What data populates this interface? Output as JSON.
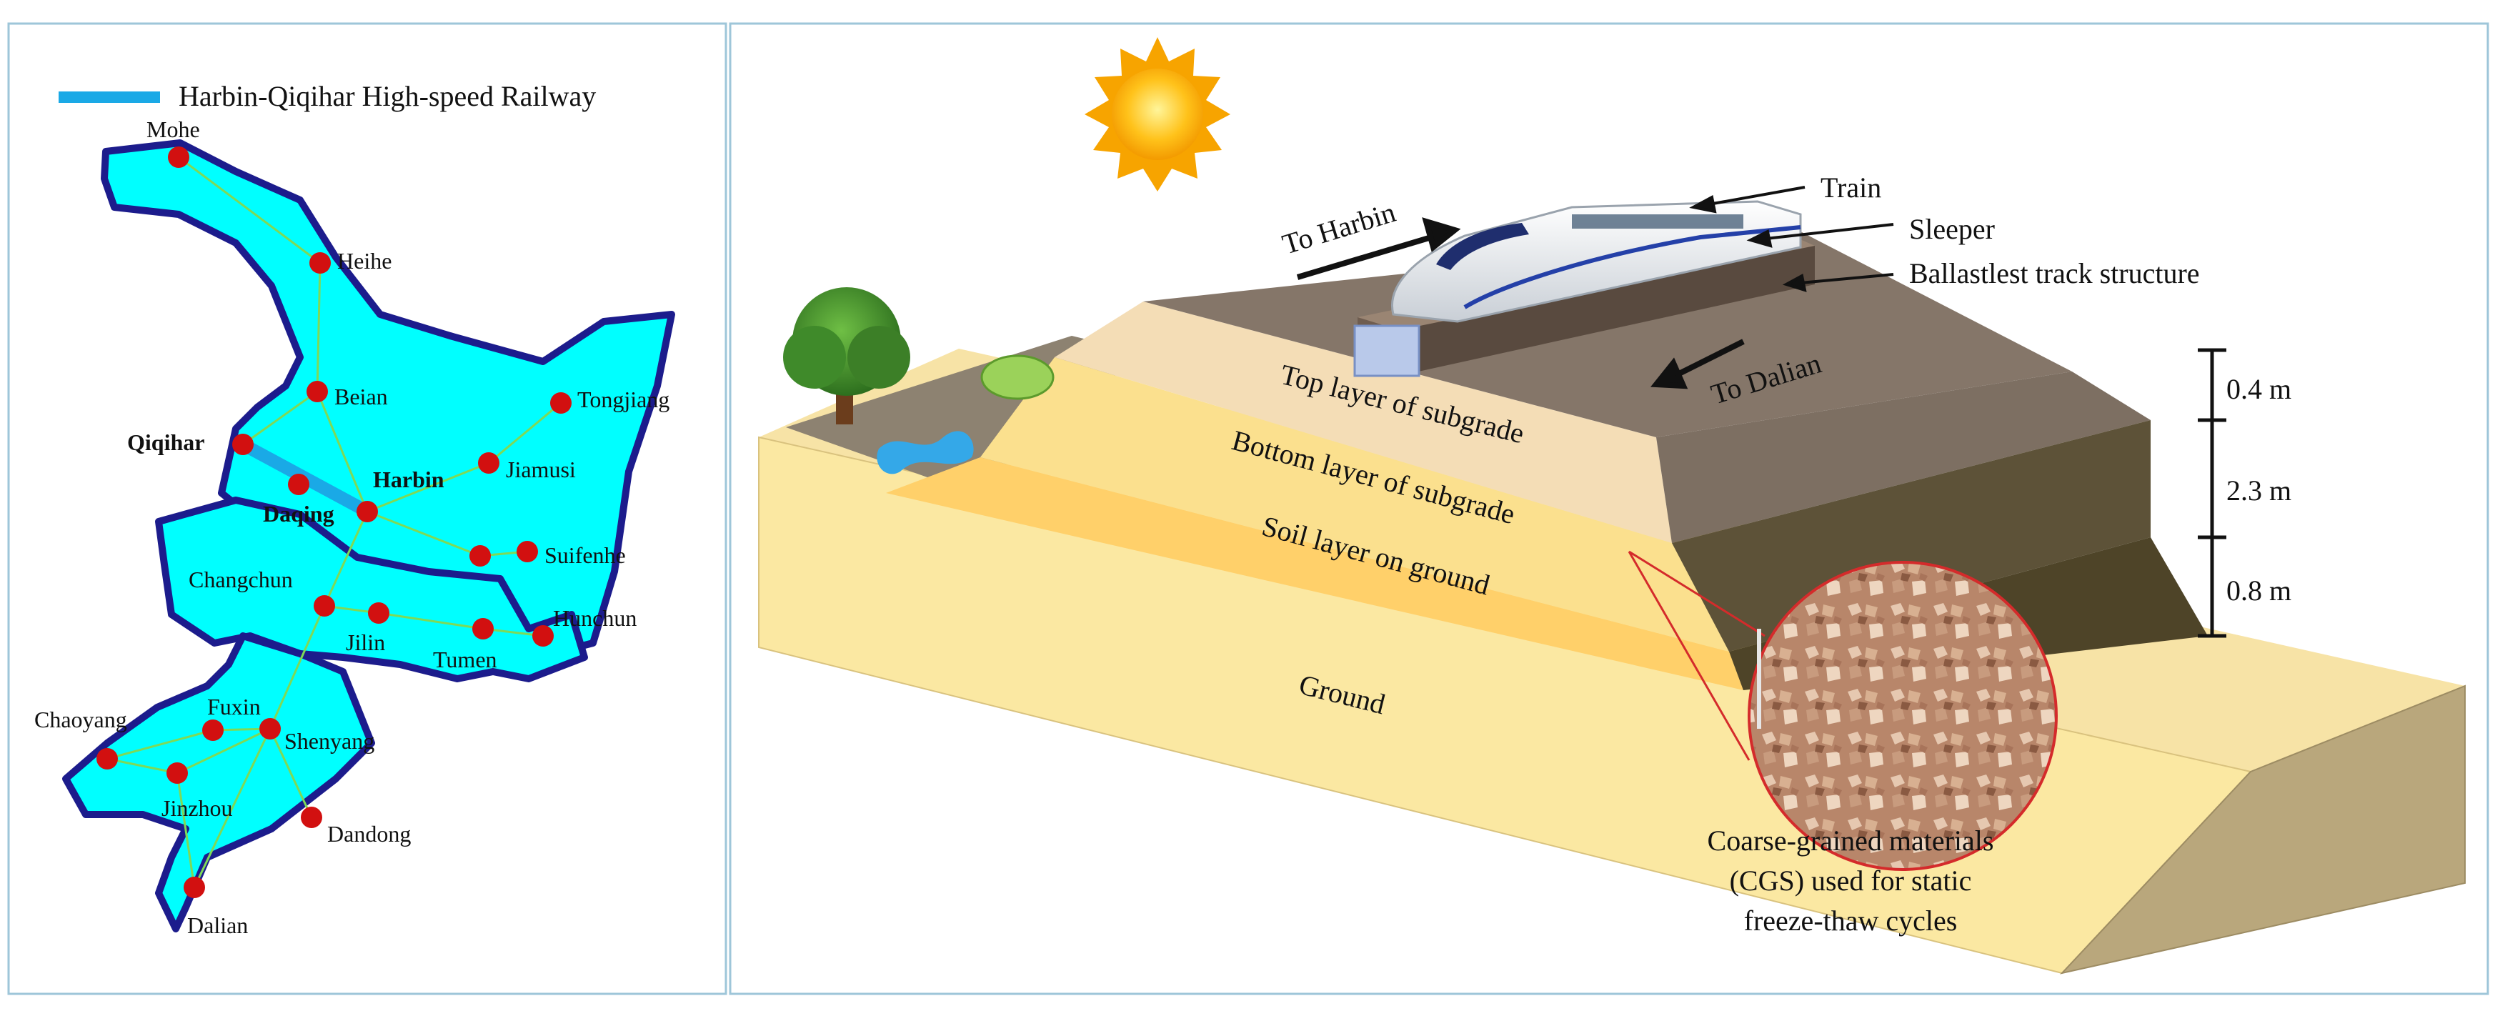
{
  "map": {
    "legend_label": "Harbin-Qiqihar  High-speed Railway",
    "cities": {
      "mohe": "Mohe",
      "heihe": "Heihe",
      "beian": "Beian",
      "tongjiang": "Tongjiang",
      "qiqihar": "Qiqihar",
      "harbin": "Harbin",
      "jiamusi": "Jiamusi",
      "daqing": "Daqing",
      "suifenhe": "Suifenhe",
      "changchun": "Changchun",
      "hunchun": "Hunchun",
      "jilin": "Jilin",
      "tumen": "Tumen",
      "chaoyang": "Chaoyang",
      "fuxin": "Fuxin",
      "shenyang": "Shenyang",
      "jinzhou": "Jinzhou",
      "dandong": "Dandong",
      "dalian": "Dalian"
    },
    "colors": {
      "province_fill": "#00ffff",
      "border": "#1c1c8c",
      "city_dot": "#d21010",
      "railway": "#1aa9e6"
    }
  },
  "diagram": {
    "labels": {
      "train": "Train",
      "sleeper": "Sleeper",
      "ballastless": "Ballastlest track structure",
      "to_harbin": "To Harbin",
      "to_dalian": "To Dalian",
      "top_layer": "Top layer of subgrade",
      "bottom_layer": "Bottom layer of subgrade",
      "soil_layer": "Soil layer on ground",
      "ground": "Ground",
      "cgs_line1": "Coarse-grained materials",
      "cgs_line2": "(CGS) used for static",
      "cgs_line3": "freeze-thaw cycles"
    },
    "dimensions": {
      "top": "0.4 m",
      "middle": "2.3 m",
      "bottom": "0.8 m"
    }
  }
}
